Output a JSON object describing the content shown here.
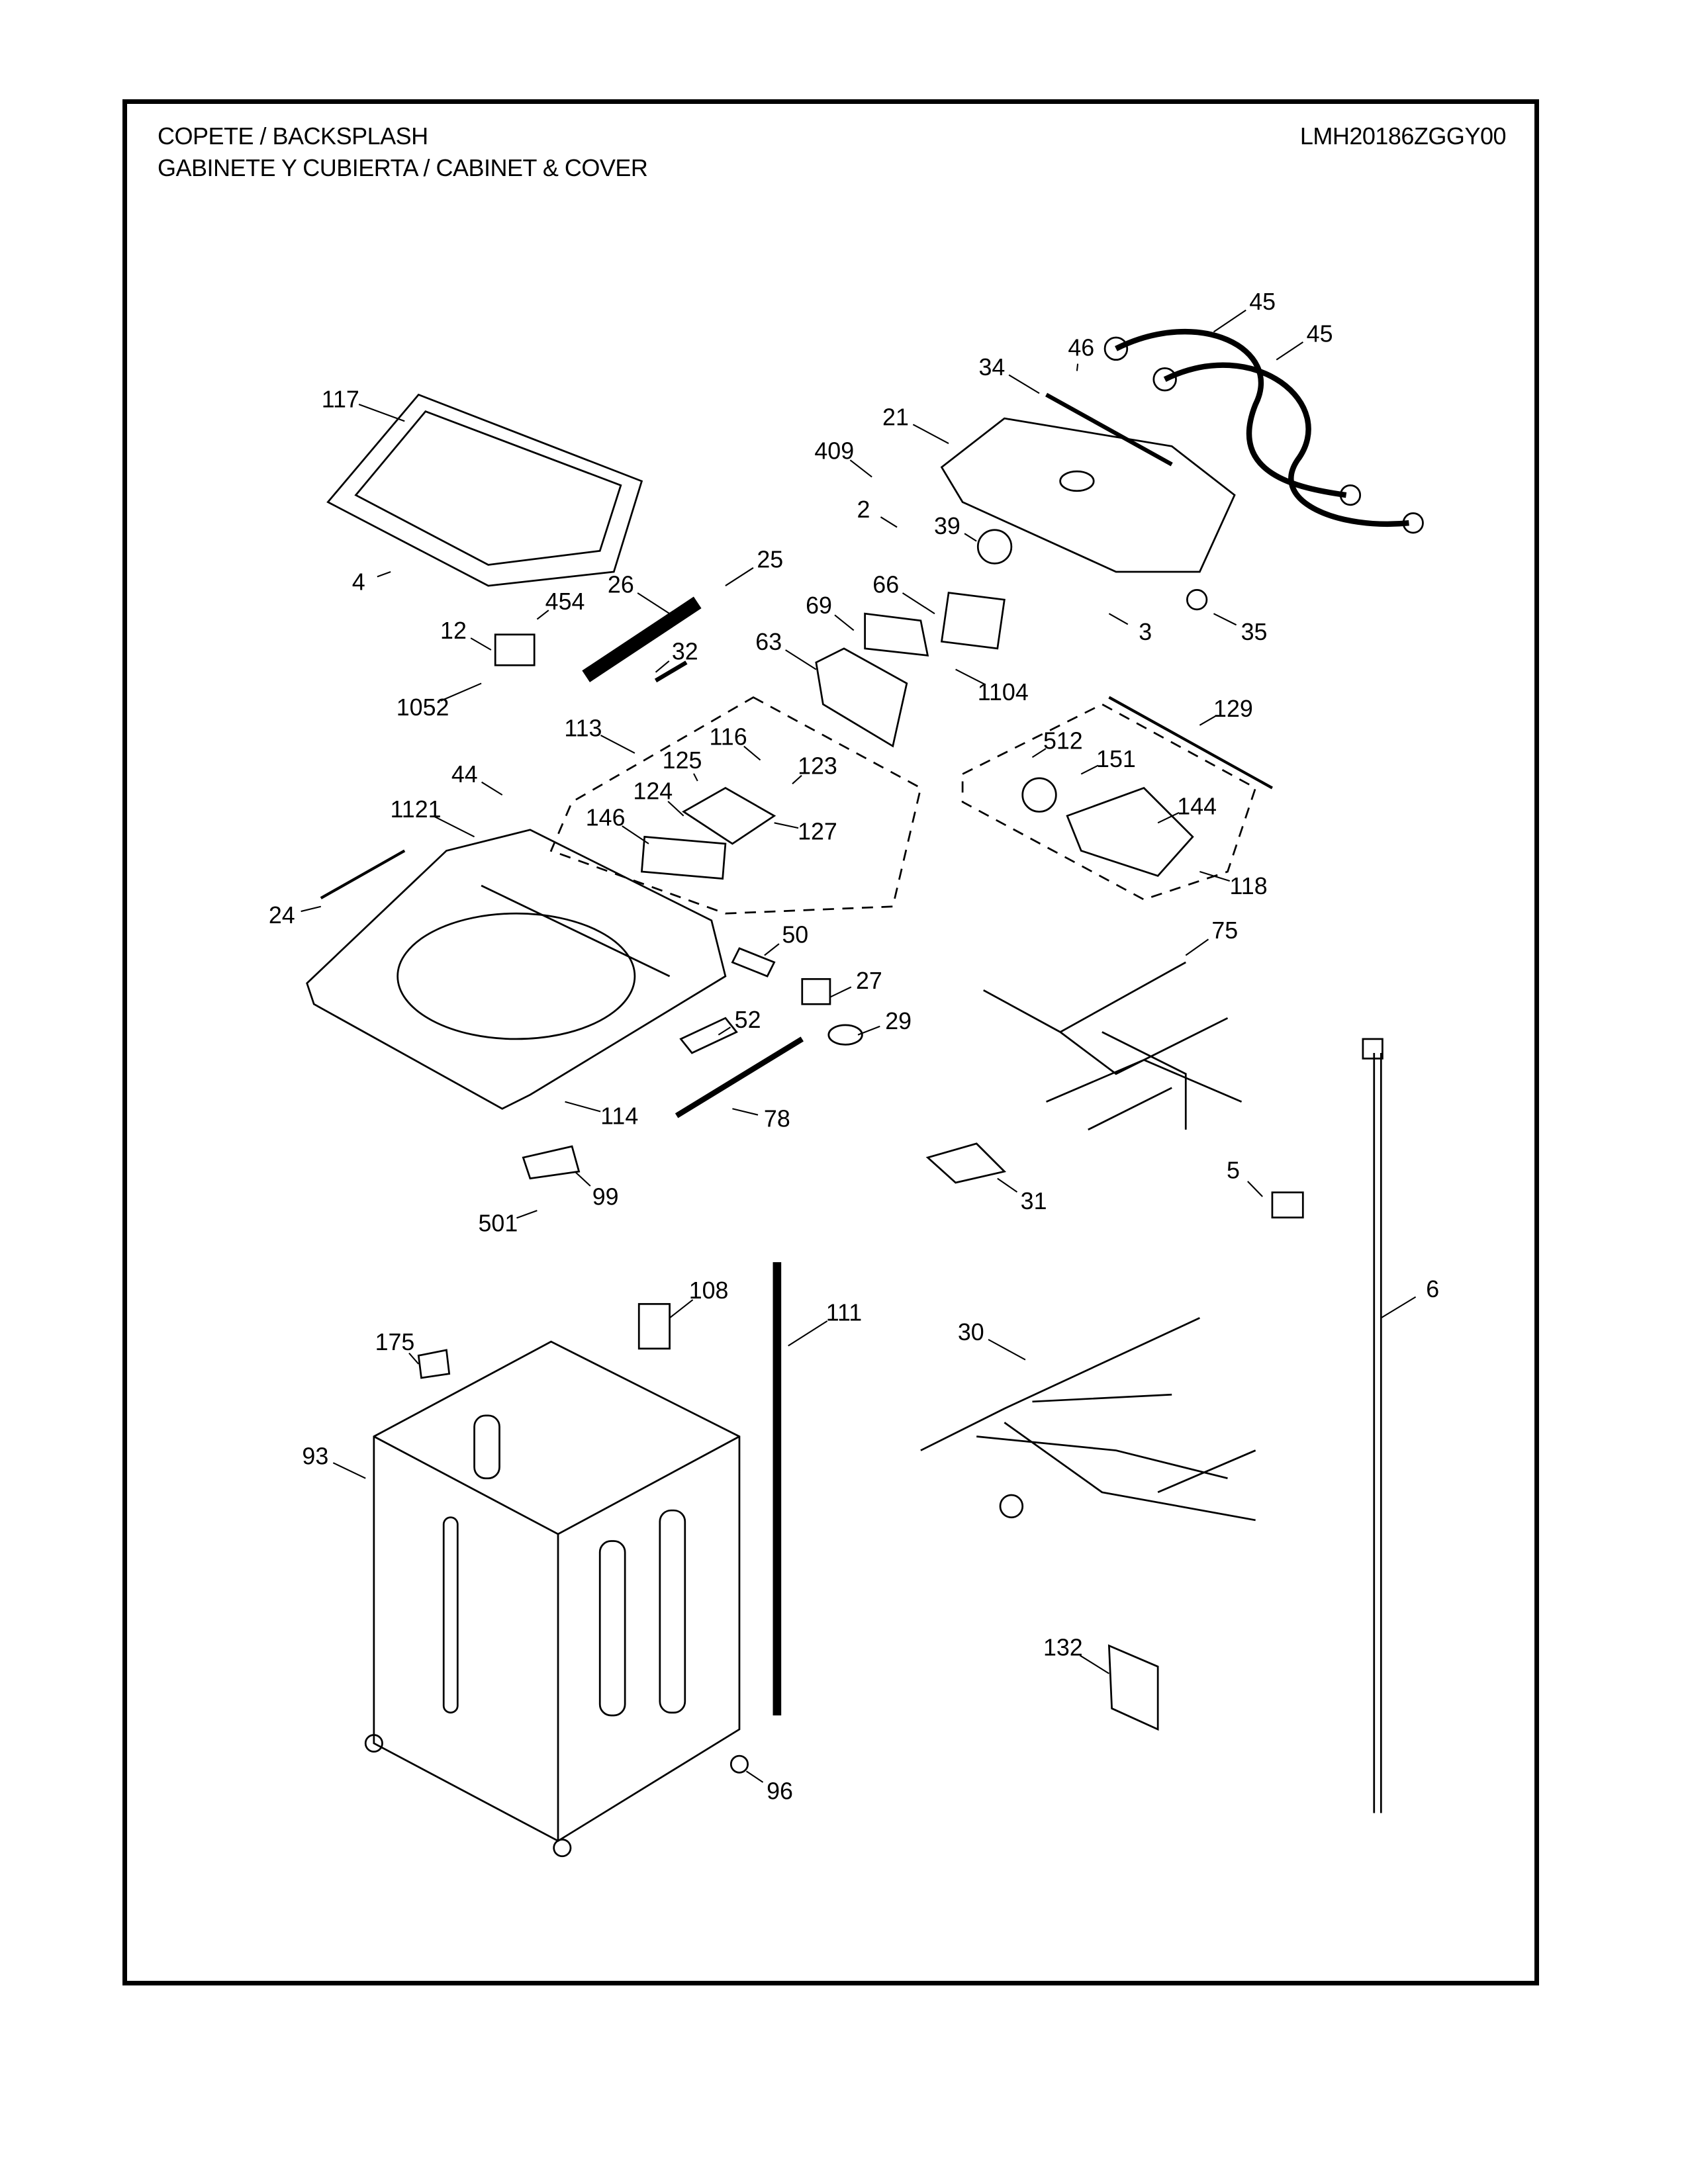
{
  "header": {
    "title_line1": "COPETE / BACKSPLASH",
    "title_line2": "GABINETE Y CUBIERTA / CABINET & COVER",
    "model": "LMH20186ZGGY00"
  },
  "part_labels": [
    "45",
    "45",
    "46",
    "34",
    "117",
    "21",
    "409",
    "2",
    "39",
    "4",
    "25",
    "26",
    "454",
    "66",
    "69",
    "3",
    "35",
    "12",
    "32",
    "63",
    "1104",
    "1052",
    "113",
    "116",
    "129",
    "512",
    "151",
    "125",
    "123",
    "124",
    "44",
    "144",
    "1121",
    "146",
    "127",
    "118",
    "24",
    "50",
    "75",
    "27",
    "52",
    "29",
    "114",
    "78",
    "5",
    "99",
    "31",
    "501",
    "108",
    "111",
    "6",
    "30",
    "175",
    "93",
    "132",
    "96"
  ]
}
